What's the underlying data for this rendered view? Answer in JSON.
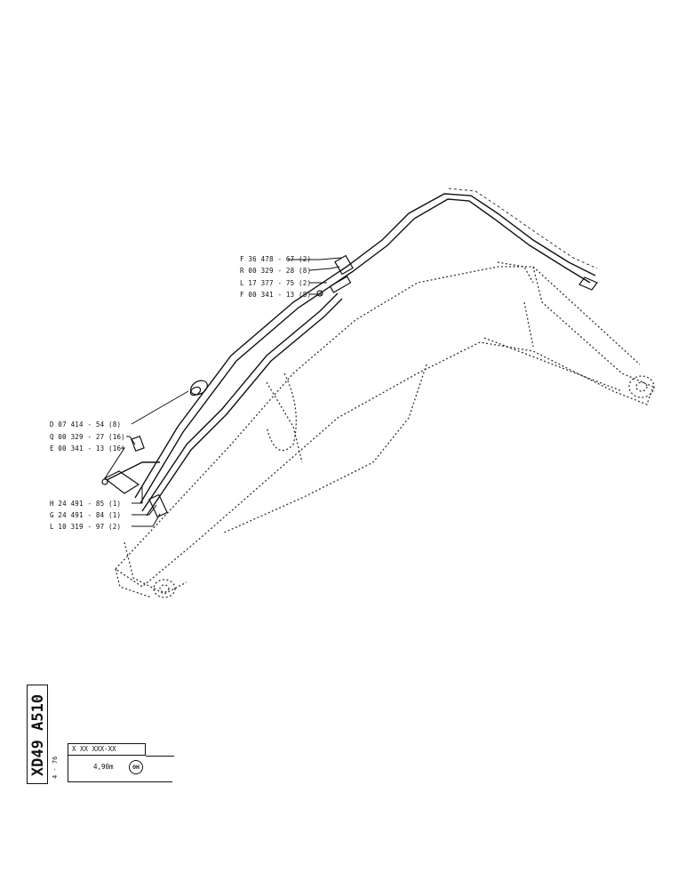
{
  "callouts_upper": [
    "F  36 478 - 67 (2)",
    "R  00 329 - 28 (8)",
    "L  17 377 - 75 (2)",
    "F  00 341 - 13 (8)"
  ],
  "callouts_lower": [
    "D  07 414 - 54 (8)",
    "Q  00 329 - 27 (16)",
    "E  00 341 - 13 (16)",
    "H  24 491 - 85 (1)",
    "G  24 491 - 84 (1)",
    "L  10 319 - 97 (2)"
  ],
  "title_block": {
    "code": "XD49 A510",
    "date": "4 - 76",
    "ref": "X XX XXX-XX",
    "size": "4,90m",
    "badge": "OH"
  }
}
